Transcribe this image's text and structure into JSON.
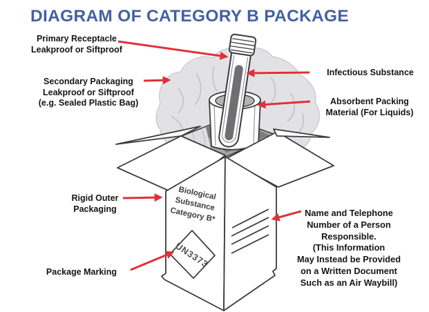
{
  "title": "DIAGRAM OF CATEGORY B PACKAGE",
  "colors": {
    "title_blue": "#44609f",
    "arrow_red": "#e0303a",
    "outline_gray": "#3a3a3a",
    "bag_gray": "#e2e2e5",
    "interior_gray": "#a6a6a9",
    "hole_gray": "#7d7d80",
    "substance_gray": "#6f6f73",
    "label_black": "#151515"
  },
  "callouts": {
    "primary_receptacle": "Primary Receptacle\nLeakproof or Siftproof",
    "secondary_packaging": "Secondary Packaging\nLeakproof or Siftproof\n(e.g. Sealed Plastic Bag)",
    "infectious_substance": "Infectious Substance",
    "absorbent_packing": "Absorbent Packing\nMaterial (For Liquids)",
    "rigid_outer": "Rigid Outer\nPackaging",
    "package_marking": "Package Marking",
    "person_responsible": "Name and Telephone\nNumber of a Person\nResponsible.\n(This Information\nMay Instead be Provided\non a Written Document\nSuch as an Air Waybill)"
  },
  "box": {
    "face_label_lines": [
      "Biological",
      "Substance",
      "Category B*"
    ],
    "un_marking": "UN3373"
  }
}
